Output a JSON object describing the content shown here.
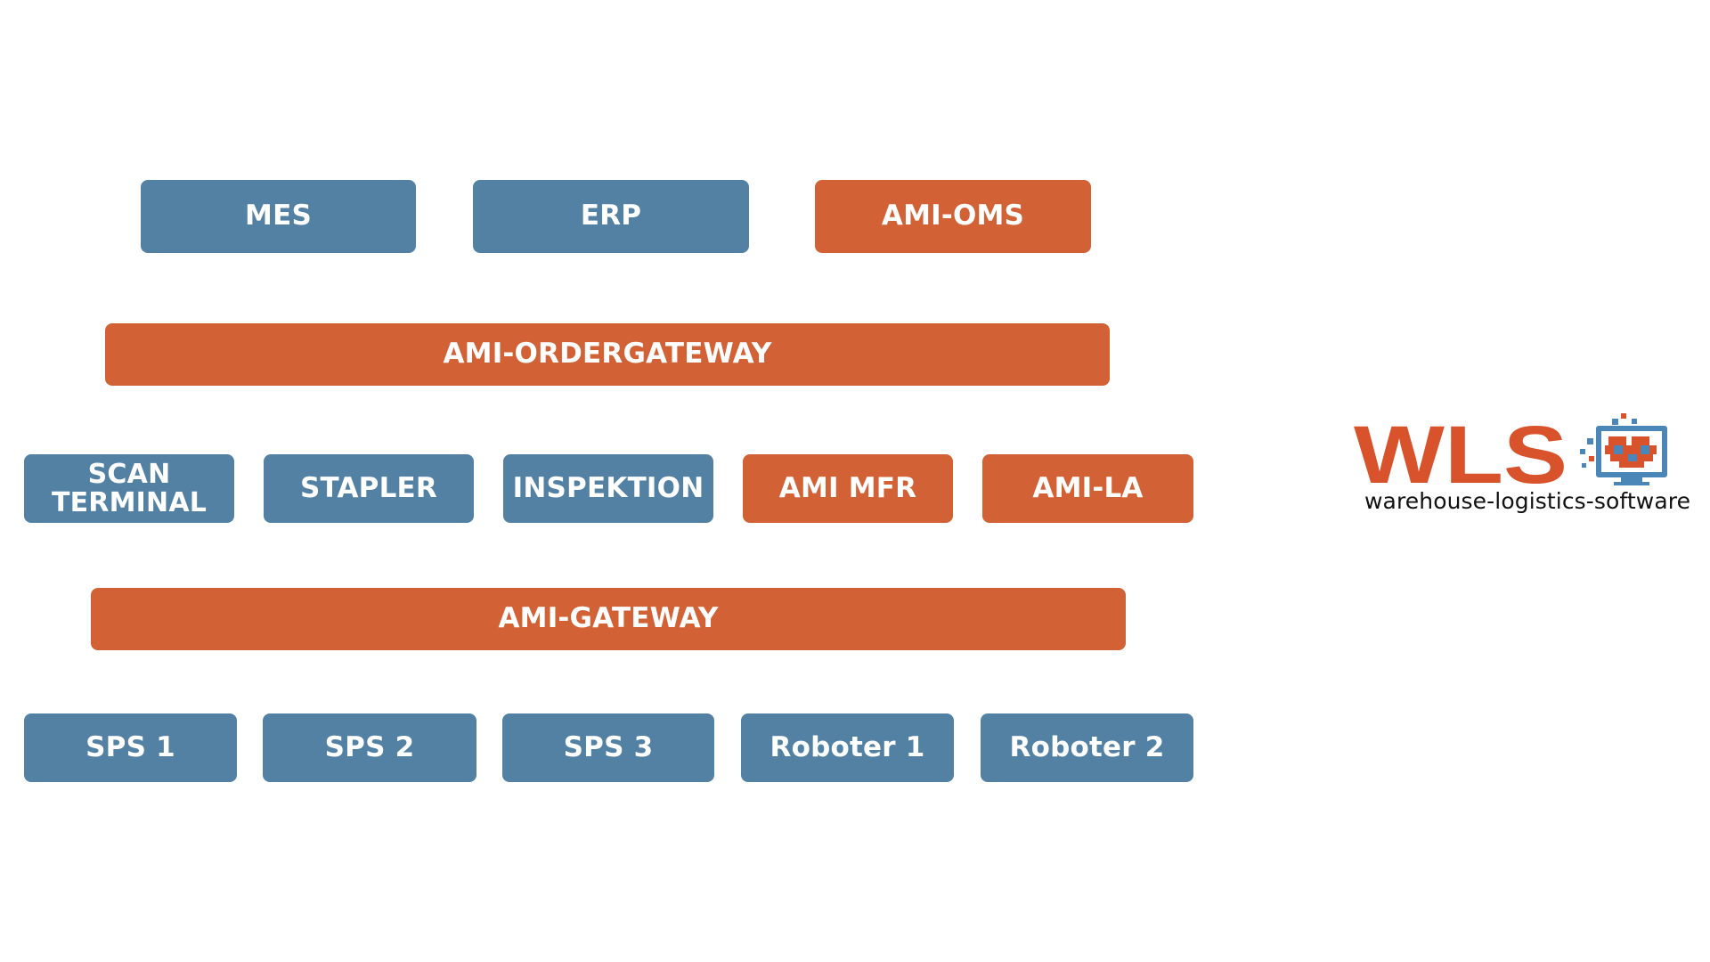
{
  "colors": {
    "system": "#5281a4",
    "ami": "#d26135",
    "logo_orange": "#d8532b",
    "logo_blue": "#4a86b8"
  },
  "diagram": {
    "rows": [
      {
        "name": "external-systems",
        "boxes": [
          {
            "id": "mes",
            "label": "MES",
            "kind": "system"
          },
          {
            "id": "erp",
            "label": "ERP",
            "kind": "system"
          },
          {
            "id": "ami-oms",
            "label": "AMI-OMS",
            "kind": "ami"
          }
        ]
      },
      {
        "name": "order-gateway",
        "boxes": [
          {
            "id": "ami-ordergateway",
            "label": "AMI-ORDERGATEWAY",
            "kind": "ami"
          }
        ]
      },
      {
        "name": "clients",
        "boxes": [
          {
            "id": "scan-terminal",
            "label_line1": "SCAN",
            "label_line2": "TERMINAL",
            "kind": "system"
          },
          {
            "id": "stapler",
            "label": "STAPLER",
            "kind": "system"
          },
          {
            "id": "inspektion",
            "label": "INSPEKTION",
            "kind": "system"
          },
          {
            "id": "ami-mfr",
            "label": "AMI MFR",
            "kind": "ami"
          },
          {
            "id": "ami-la",
            "label": "AMI-LA",
            "kind": "ami"
          }
        ]
      },
      {
        "name": "gateway",
        "boxes": [
          {
            "id": "ami-gateway",
            "label": "AMI-GATEWAY",
            "kind": "ami"
          }
        ]
      },
      {
        "name": "field-devices",
        "boxes": [
          {
            "id": "sps-1",
            "label": "SPS 1",
            "kind": "system"
          },
          {
            "id": "sps-2",
            "label": "SPS 2",
            "kind": "system"
          },
          {
            "id": "sps-3",
            "label": "SPS 3",
            "kind": "system"
          },
          {
            "id": "roboter-1",
            "label": "Roboter 1",
            "kind": "system"
          },
          {
            "id": "roboter-2",
            "label": "Roboter 2",
            "kind": "system"
          }
        ]
      }
    ]
  },
  "logo": {
    "wordmark": "WLS",
    "tagline": "warehouse-logistics-software",
    "icon": "monitor-heart-pixel-icon"
  }
}
